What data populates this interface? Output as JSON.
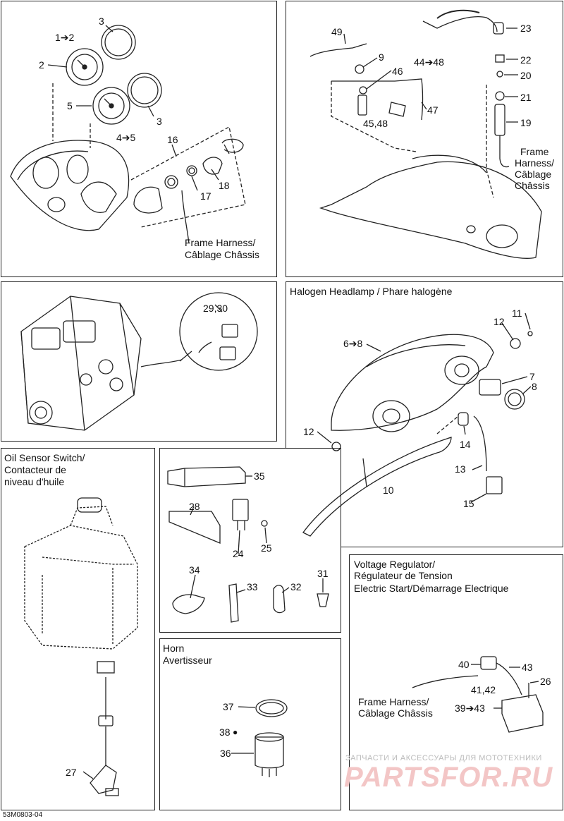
{
  "panels": {
    "gauges": {
      "labels": [
        "1➔2",
        "2",
        "3",
        "5",
        "3",
        "4➔5",
        "16",
        "17",
        "18"
      ],
      "harness": [
        "Frame Harness/",
        "Câblage Châssis"
      ]
    },
    "front": {
      "labels": [
        "49",
        "23",
        "9",
        "44➔48",
        "22",
        "46",
        "20",
        "21",
        "47",
        "45,48",
        "19"
      ],
      "harness": [
        "Frame",
        "Harness/",
        "Câblage",
        "Châssis"
      ]
    },
    "engine": {
      "labels": [
        "29,30"
      ]
    },
    "headlamp": {
      "title": "Halogen Headlamp / Phare halogène",
      "labels": [
        "11",
        "12",
        "6➔8",
        "7",
        "8",
        "12",
        "14",
        "13",
        "10",
        "15"
      ]
    },
    "oil": {
      "title": [
        "Oil Sensor Switch/",
        "Contacteur de",
        "niveau d'huile"
      ],
      "labels": [
        "27"
      ]
    },
    "misc": {
      "labels": [
        "35",
        "28",
        "24",
        "25",
        "34",
        "33",
        "32",
        "31"
      ]
    },
    "horn": {
      "title": [
        "Horn",
        "Avertisseur"
      ],
      "labels": [
        "37",
        "38",
        "36"
      ]
    },
    "regulator": {
      "title": [
        "Voltage Regulator/",
        "Régulateur de Tension",
        "Electric Start/Démarrage Electrique"
      ],
      "labels": [
        "40",
        "43",
        "26",
        "41,42",
        "39➔43"
      ],
      "harness": [
        "Frame Harness/",
        "Câblage Châssis"
      ]
    }
  },
  "watermark": {
    "line1": "ЗАПЧАСТИ И АКСЕССУАРЫ ДЛЯ МОТОТЕХНИКИ",
    "line2": "PARTSFOR.RU"
  },
  "code": "53M0803-04"
}
